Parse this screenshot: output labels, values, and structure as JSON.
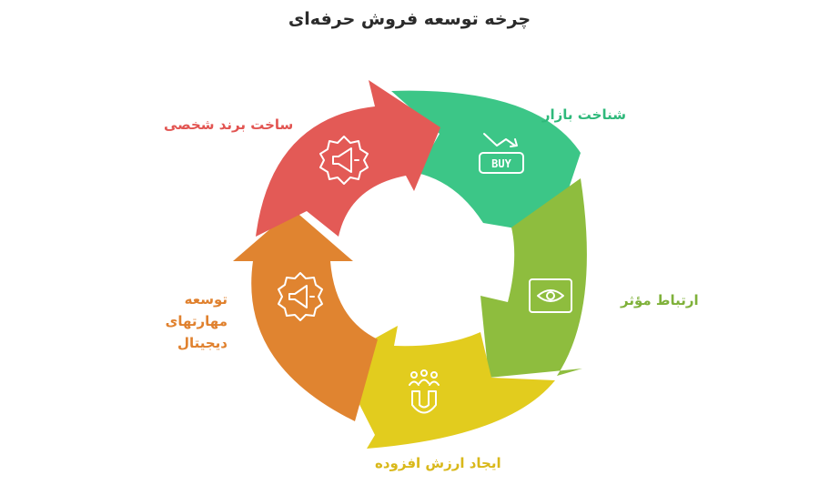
{
  "title": "چرخه توسعه فروش حرفه‌ای",
  "stages": [
    {
      "label": "شناخت بازار",
      "color": "#3cc687",
      "icon": "buy-tag-icon",
      "icon_text": "BUY"
    },
    {
      "label": "ارتباط مؤثر",
      "color": "#8ebd3e",
      "icon": "eye-icon"
    },
    {
      "label": "ایجاد ارزش افزوده",
      "color": "#e2cc1e",
      "icon": "magnet-people-icon"
    },
    {
      "label": "توسعه مهارتهای دیجیتال",
      "color": "#e08430",
      "icon": "gear-megaphone-icon"
    },
    {
      "label": "ساخت برند شخصی",
      "color": "#e35a56",
      "icon": "badge-megaphone-icon"
    }
  ]
}
